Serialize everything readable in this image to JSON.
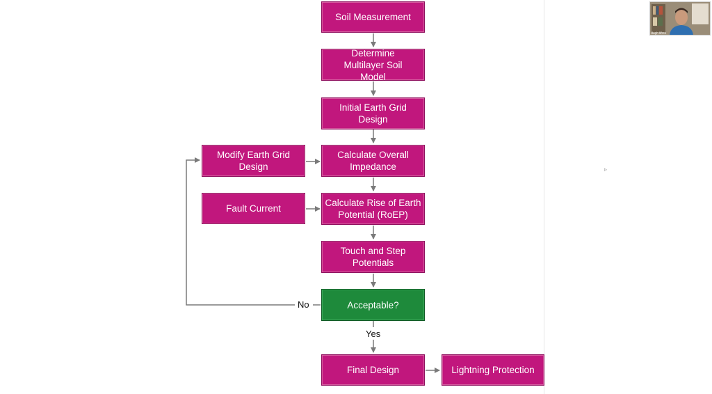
{
  "flowchart": {
    "nodes": {
      "soil_measurement": "Soil Measurement",
      "multilayer_model": "Determine Multilayer Soil Model",
      "initial_design": "Initial Earth Grid Design",
      "calc_impedance": "Calculate Overall Impedance",
      "modify_design": "Modify Earth Grid Design",
      "fault_current": "Fault Current",
      "calc_roep": "Calculate Rise of Earth Potential (RoEP)",
      "touch_step": "Touch and Step Potentials",
      "acceptable": "Acceptable?",
      "final_design": "Final Design",
      "lightning": "Lightning Protection"
    },
    "labels": {
      "no": "No",
      "yes": "Yes"
    },
    "colors": {
      "process": "#c1177d",
      "decision": "#1e8a3b",
      "connector": "#7a7a7a"
    }
  },
  "video_call": {
    "participant_name": "Hugh Wren"
  }
}
